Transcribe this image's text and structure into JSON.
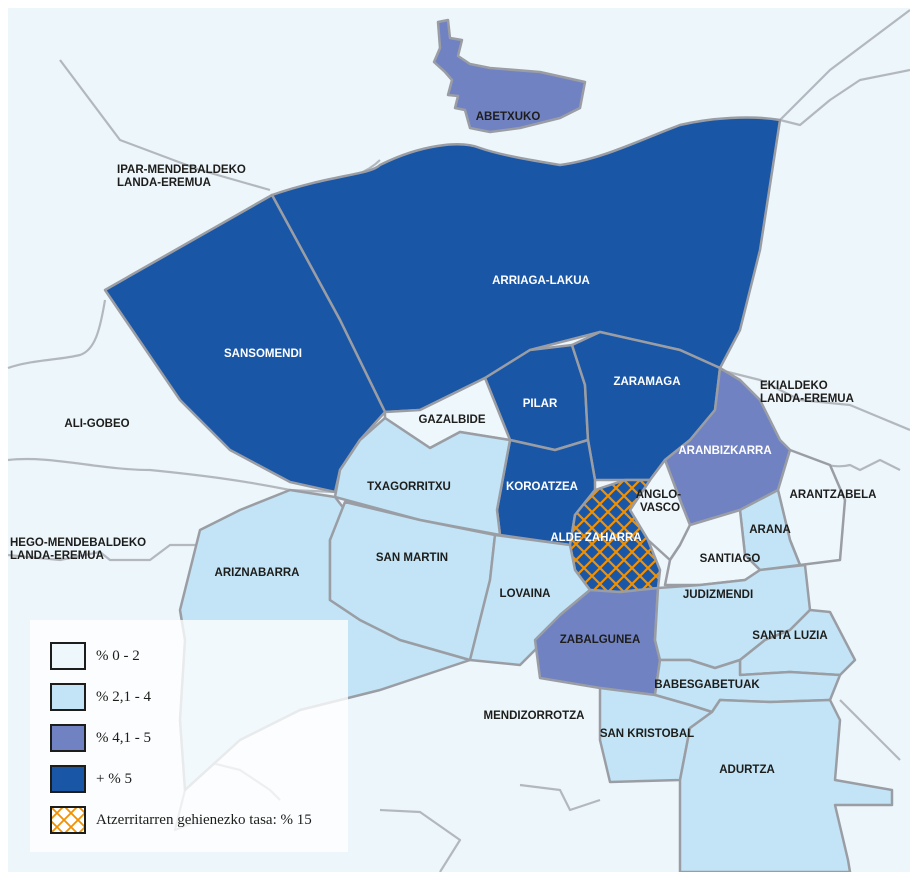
{
  "colors": {
    "class_0_2": "#eef7fc",
    "class_2_4": "#c2e4f6",
    "class_4_5": "#7182c3",
    "class_5_plus": "#1a56a6",
    "hatch": "#f29000",
    "border": "#9a9ea4",
    "background": "#edf6fb"
  },
  "neighbourhoods": {
    "abetxuko": {
      "name": "ABETXUKO",
      "class": "class_4_5"
    },
    "arriaga_lakua": {
      "name": "ARRIAGA-LAKUA",
      "class": "class_5_plus"
    },
    "sansomendi": {
      "name": "SANSOMENDI",
      "class": "class_5_plus"
    },
    "pilar": {
      "name": "PILAR",
      "class": "class_5_plus"
    },
    "zaramaga": {
      "name": "ZARAMAGA",
      "class": "class_5_plus"
    },
    "koroatzea": {
      "name": "KOROATZEA",
      "class": "class_5_plus"
    },
    "gazalbide": {
      "name": "GAZALBIDE",
      "class": "class_0_2"
    },
    "txagorritxu": {
      "name": "TXAGORRITXU",
      "class": "class_2_4"
    },
    "aranbizkarra": {
      "name": "ARANBIZKARRA",
      "class": "class_4_5"
    },
    "arantzabela": {
      "name": "ARANTZABELA",
      "class": "class_0_2"
    },
    "anglo_vasco": {
      "name": "ANGLO-\nVASCO",
      "class": "class_0_2"
    },
    "arana": {
      "name": "ARANA",
      "class": "class_2_4"
    },
    "alde_zaharra": {
      "name": "ALDE ZAHARRA",
      "class": "class_5_plus",
      "hatched": true
    },
    "santiago": {
      "name": "SANTIAGO",
      "class": "class_0_2"
    },
    "ariznabarra": {
      "name": "ARIZNABARRA",
      "class": "class_2_4"
    },
    "san_martin": {
      "name": "SAN MARTIN",
      "class": "class_2_4"
    },
    "lovaina": {
      "name": "LOVAINA",
      "class": "class_2_4"
    },
    "judizmendi": {
      "name": "JUDIZMENDI",
      "class": "class_2_4"
    },
    "santa_luzia": {
      "name": "SANTA LUZIA",
      "class": "class_2_4"
    },
    "zabalgunea": {
      "name": "ZABALGUNEA",
      "class": "class_4_5"
    },
    "babesgabetuak": {
      "name": "BABESGABETUAK",
      "class": "class_2_4"
    },
    "mendizorrotza": {
      "name": "MENDIZORROTZA",
      "class": "class_0_2"
    },
    "san_kristobal": {
      "name": "SAN KRISTOBAL",
      "class": "class_2_4"
    },
    "adurtza": {
      "name": "ADURTZA",
      "class": "class_2_4"
    }
  },
  "rural_areas": {
    "ipar_mendebaldeko": "IPAR-MENDEBALDEKO\nLANDA-EREMUA",
    "ali_gobeo": "ALI-GOBEO",
    "hego_mendebaldeko": "HEGO-MENDEBALDEKO\nLANDA-EREMUA",
    "ekialdeko": "EKIALDEKO\nLANDA-EREMUA"
  },
  "legend": [
    {
      "label": "% 0 - 2",
      "class": "class_0_2"
    },
    {
      "label": "% 2,1 - 4",
      "class": "class_2_4"
    },
    {
      "label": "% 4,1 - 5",
      "class": "class_4_5"
    },
    {
      "label": "+ % 5",
      "class": "class_5_plus"
    },
    {
      "label": "Atzerritarren gehienezko tasa: % 15",
      "class": "hatch"
    }
  ]
}
